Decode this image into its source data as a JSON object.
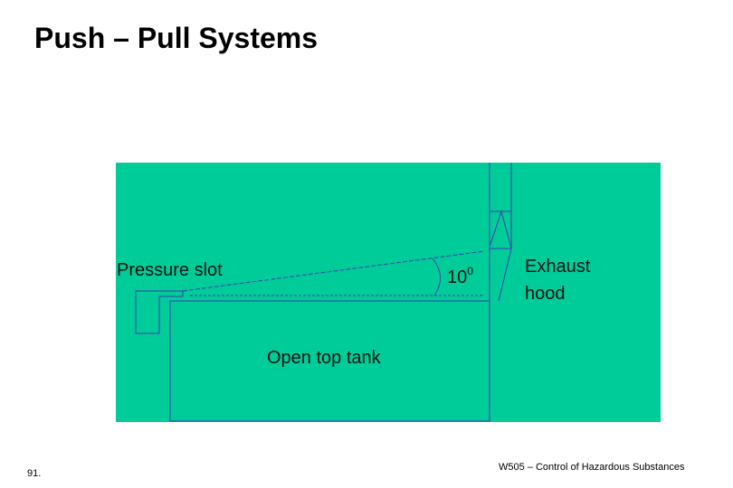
{
  "slide": {
    "title": "Push – Pull Systems",
    "page_number": "91.",
    "course": "W505 – Control of Hazardous Substances"
  },
  "diagram": {
    "background_color": "#00CC99",
    "line_color": "#3355aa",
    "labels": {
      "pressure_slot": "Pressure slot",
      "angle": "10",
      "angle_unit": "0",
      "exhaust_line1": "Exhaust",
      "exhaust_line2": "hood",
      "tank": "Open top tank"
    }
  }
}
